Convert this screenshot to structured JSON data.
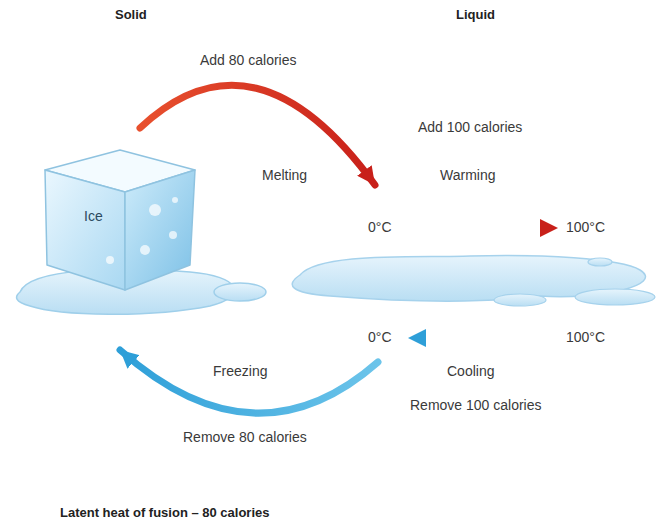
{
  "diagram": {
    "caption": "Latent heat of fusion – 80 calories",
    "nodes": [
      {
        "text": [
          "Ice"
        ]
      }
    ],
    "labels": [
      "Solid",
      "Liquid",
      "Add 80 calories",
      "Add 100 calories",
      "Melting",
      "Warming",
      "0°C",
      "100°C",
      "0°C",
      "100°C",
      "Freezing",
      "Cooling",
      "Remove 100 calories",
      "Remove 80 calories"
    ]
  }
}
